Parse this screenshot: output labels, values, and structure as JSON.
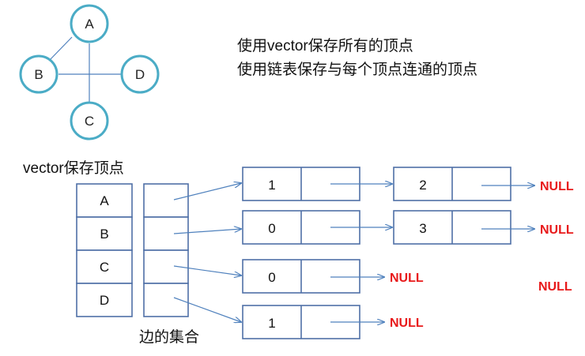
{
  "graph": {
    "nodes": [
      "A",
      "B",
      "C",
      "D"
    ]
  },
  "description": {
    "line1": "使用vector保存所有的顶点",
    "line2": "使用链表保存与每个顶点连通的顶点"
  },
  "vector_caption": "vector保存顶点",
  "vertex_array": [
    "A",
    "B",
    "C",
    "D"
  ],
  "edge_set_caption": "边的集合",
  "lists": {
    "row0": {
      "first": "1",
      "second": "2"
    },
    "row1": {
      "first": "0",
      "second": "3"
    },
    "row2": {
      "first": "0"
    },
    "row3": {
      "first": "1"
    }
  },
  "null_label": "NULL",
  "colors": {
    "node_stroke": "#4bacc6",
    "cell_stroke": "#4f6fa6",
    "arrow": "#4f81bd",
    "null": "#e8191a"
  }
}
